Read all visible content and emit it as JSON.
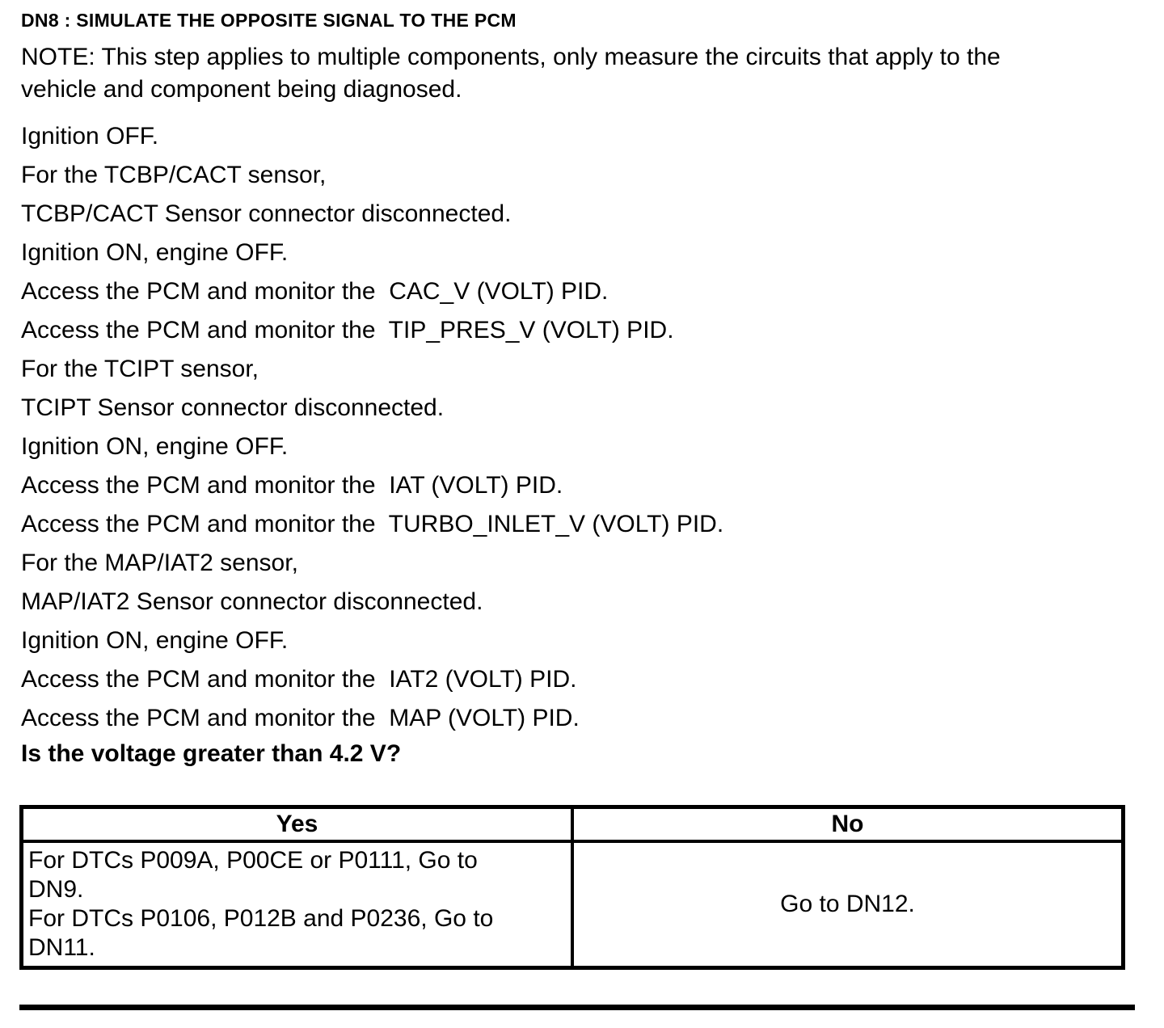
{
  "page": {
    "title": "DN8 : SIMULATE THE OPPOSITE SIGNAL TO THE PCM",
    "note_lines": [
      "NOTE: This step applies to multiple components, only measure the circuits that apply to the",
      "vehicle and component being diagnosed."
    ],
    "steps": [
      "Ignition OFF.",
      "For the TCBP/CACT sensor,",
      "TCBP/CACT Sensor connector disconnected.",
      "Ignition ON, engine OFF.",
      "Access the PCM and monitor the  CAC_V (VOLT) PID.",
      "Access the PCM and monitor the  TIP_PRES_V (VOLT) PID.",
      "For the TCIPT sensor,",
      "TCIPT Sensor connector disconnected.",
      "Ignition ON, engine OFF.",
      "Access the PCM and monitor the  IAT (VOLT) PID.",
      "Access the PCM and monitor the  TURBO_INLET_V (VOLT) PID.",
      "For the MAP/IAT2 sensor,",
      "MAP/IAT2 Sensor connector disconnected.",
      "Ignition ON, engine OFF.",
      "Access the PCM and monitor the  IAT2 (VOLT) PID.",
      "Access the PCM and monitor the  MAP (VOLT) PID."
    ],
    "question": "Is the voltage greater than 4.2 V?"
  },
  "result_table": {
    "headers": {
      "yes": "Yes",
      "no": "No"
    },
    "yes_lines": [
      "For DTCs P009A, P00CE or P0111, Go to",
      "DN9.",
      "For DTCs P0106, P012B and P0236, Go to",
      "DN11."
    ],
    "no_text": "Go to DN12."
  },
  "colors": {
    "text": "#000000",
    "background": "#ffffff",
    "border": "#000000"
  }
}
